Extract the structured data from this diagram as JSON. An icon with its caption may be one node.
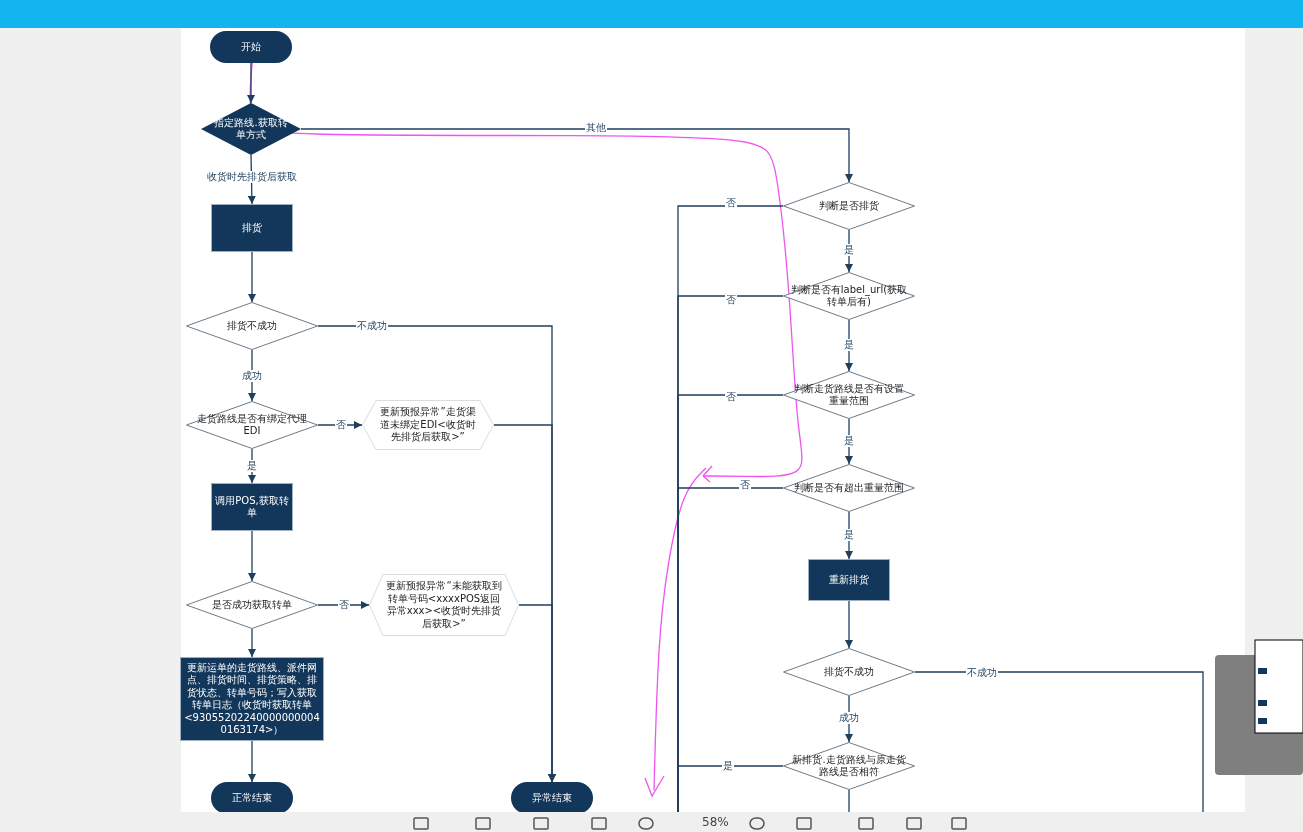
{
  "diagram": {
    "nodes": [
      {
        "text": [
          "开始"
        ]
      },
      {
        "text": [
          "指定路线.获取转单方式"
        ]
      },
      {
        "text": [
          "排货"
        ]
      },
      {
        "text": [
          "排货不成功"
        ]
      },
      {
        "text": [
          "走货路线是否有绑定代理EDI"
        ]
      },
      {
        "text": [
          "更新预报异常”走货渠道未绑定EDI<收货时先排货后获取>”"
        ]
      },
      {
        "text": [
          "调用POS,获取转单"
        ]
      },
      {
        "text": [
          "是否成功获取转单"
        ]
      },
      {
        "text": [
          "更新预报异常“未能获取到转单号码<xxxxPOS返回异常xxx><收货时先排货后获取>”"
        ]
      },
      {
        "text": [
          "更新运单的走货路线、派件网点、排货时间、排货策略、排货状态、转单号码；写入获取转单日志（收货时获取转单<930552022400000000040163174>）"
        ]
      },
      {
        "text": [
          "正常结束"
        ]
      },
      {
        "text": [
          "异常结束"
        ]
      },
      {
        "text": [
          "判断是否排货"
        ]
      },
      {
        "text": [
          "判断是否有label_url(获取转单后有)"
        ]
      },
      {
        "text": [
          "判断走货路线是否有设置重量范围"
        ]
      },
      {
        "text": [
          "判断是否有超出重量范围"
        ]
      },
      {
        "text": [
          "重新排货"
        ]
      },
      {
        "text": [
          "排货不成功"
        ]
      },
      {
        "text": [
          "新排货.走货路线与原走货路线是否相符"
        ]
      }
    ],
    "edges": [
      {
        "from": 0,
        "to": 1,
        "arrow": "to"
      },
      {
        "from": 1,
        "to": 2,
        "arrow": "to",
        "label": "收货时先排货后获取"
      },
      {
        "from": 1,
        "to": 12,
        "arrow": "to",
        "label": "其他"
      },
      {
        "from": 2,
        "to": 3,
        "arrow": "to"
      },
      {
        "from": 3,
        "to": 11,
        "arrow": "to",
        "label": "不成功"
      },
      {
        "from": 3,
        "to": 4,
        "arrow": "to",
        "label": "成功"
      },
      {
        "from": 4,
        "to": 5,
        "arrow": "to",
        "label": "否"
      },
      {
        "from": 4,
        "to": 6,
        "arrow": "to",
        "label": "是"
      },
      {
        "from": 5,
        "to": 11,
        "arrow": "to"
      },
      {
        "from": 6,
        "to": 7,
        "arrow": "to"
      },
      {
        "from": 7,
        "to": 8,
        "arrow": "to",
        "label": "否"
      },
      {
        "from": 8,
        "to": 11,
        "arrow": "to"
      },
      {
        "from": 7,
        "to": 9,
        "arrow": "to"
      },
      {
        "from": 9,
        "to": 10,
        "arrow": "to"
      },
      {
        "from": 12,
        "to": null,
        "arrow": "none",
        "label": "否"
      },
      {
        "from": 12,
        "to": 13,
        "arrow": "to",
        "label": "是"
      },
      {
        "from": 13,
        "to": null,
        "arrow": "none",
        "label": "否"
      },
      {
        "from": 13,
        "to": 14,
        "arrow": "to",
        "label": "是"
      },
      {
        "from": 14,
        "to": null,
        "arrow": "none",
        "label": "否"
      },
      {
        "from": 14,
        "to": 15,
        "arrow": "to",
        "label": "是"
      },
      {
        "from": 15,
        "to": null,
        "arrow": "none",
        "label": "否"
      },
      {
        "from": 15,
        "to": 16,
        "arrow": "to",
        "label": "是"
      },
      {
        "from": 16,
        "to": 17,
        "arrow": "to"
      },
      {
        "from": 17,
        "to": null,
        "arrow": "none",
        "label": "不成功"
      },
      {
        "from": 17,
        "to": 18,
        "arrow": "to",
        "label": "成功"
      },
      {
        "from": 18,
        "to": null,
        "arrow": "none",
        "label": "是"
      },
      {
        "from": 18,
        "to": null,
        "arrow": "none"
      }
    ],
    "labels": [
      "58%"
    ]
  }
}
